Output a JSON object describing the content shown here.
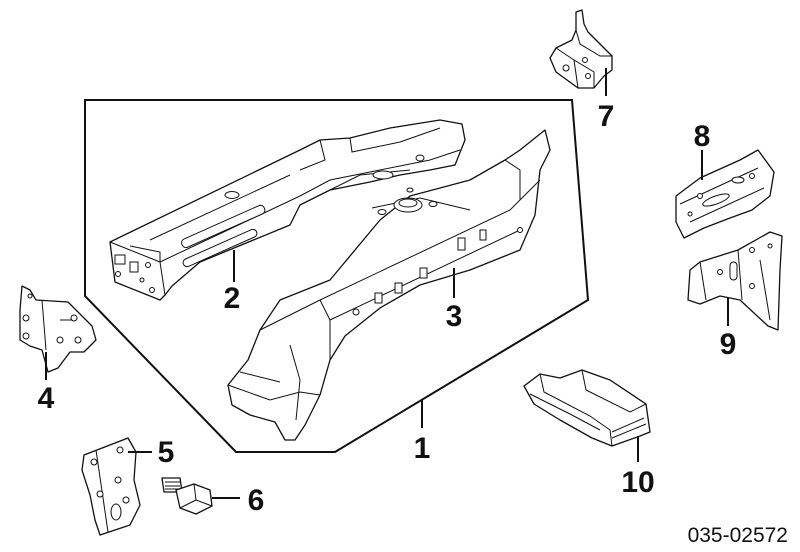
{
  "callouts": {
    "c1": "1",
    "c2": "2",
    "c3": "3",
    "c4": "4",
    "c5": "5",
    "c6": "6",
    "c7": "7",
    "c8": "8",
    "c9": "9",
    "c10": "10"
  },
  "diagram_code": "035-02572"
}
